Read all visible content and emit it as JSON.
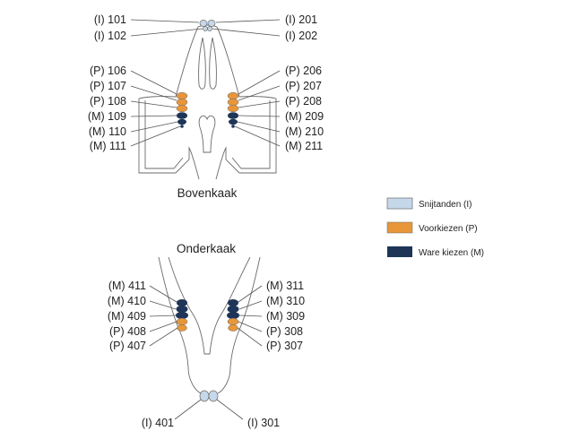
{
  "upper_jaw": {
    "caption": "Bovenkaak",
    "left_labels": [
      "(I) 101",
      "(I) 102",
      "(P) 106",
      "(P) 107",
      "(P) 108",
      "(M) 109",
      "(M) 110",
      "(M) 111"
    ],
    "right_labels": [
      "(I) 201",
      "(I) 202",
      "(P) 206",
      "(P) 207",
      "(P) 208",
      "(M) 209",
      "(M) 210",
      "(M) 211"
    ]
  },
  "lower_jaw": {
    "caption": "Onderkaak",
    "left_labels": [
      "(M) 411",
      "(M) 410",
      "(M) 409",
      "(P) 408",
      "(P) 407",
      "(I) 401"
    ],
    "right_labels": [
      "(M) 311",
      "(M) 310",
      "(M) 309",
      "(P) 308",
      "(P) 307",
      "(I) 301"
    ]
  },
  "legend": [
    {
      "label": "Snijtanden (I)",
      "color": "#c5d8ea"
    },
    {
      "label": "Voorkiezen (P)",
      "color": "#e8963a"
    },
    {
      "label": "Ware kiezen (M)",
      "color": "#1e3557"
    }
  ],
  "colors": {
    "incisor": "#c5d8ea",
    "premolar": "#e8963a",
    "molar": "#1e3557",
    "outline": "#6b6b6b"
  }
}
